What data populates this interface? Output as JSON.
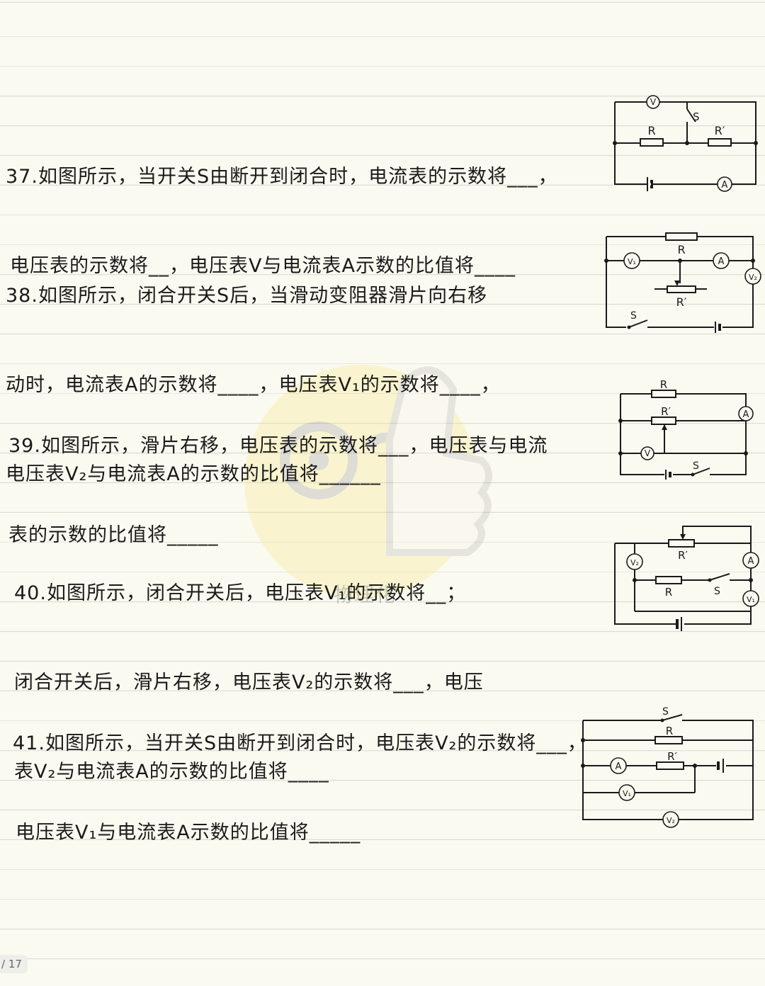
{
  "questions": [
    {
      "id": "q37",
      "lines": [
        "37.如图所示，当开关S由断开到闭合时，电流表的示数将___，",
        "电压表的示数将__，电压表V与电流表A示数的比值将____"
      ]
    },
    {
      "id": "q38",
      "lines": [
        "38.如图所示，闭合开关S后，当滑动变阻器滑片向右移",
        "动时，电流表A的示数将____，电压表V₁的示数将____，",
        "电压表V₂与电流表A的示数的比值将______"
      ]
    },
    {
      "id": "q39",
      "lines": [
        "39.如图所示，滑片右移，电压表的示数将___，电压表与电流",
        "表的示数的比值将_____"
      ]
    },
    {
      "id": "q40",
      "lines": [
        "40.如图所示，闭合开关后，电压表V₁的示数将__；",
        "闭合开关后，滑片右移，电压表V₂的示数将___，电压",
        "表V₂与电流表A的示数的比值将____"
      ]
    },
    {
      "id": "q41",
      "lines": [
        "41.如图所示，当开关S由断开到闭合时，电压表V₂的示数将___，",
        "电压表V₁与电流表A示数的比值将_____"
      ]
    }
  ],
  "labels": {
    "switch": "S",
    "resistor": "R",
    "rheostat": "R′",
    "ammeter": "A",
    "voltmeter": "V",
    "voltmeter1": "V₁",
    "voltmeter2": "V₂"
  },
  "watermark": {
    "text": "物理化"
  },
  "footer": {
    "page": "/ 17"
  }
}
